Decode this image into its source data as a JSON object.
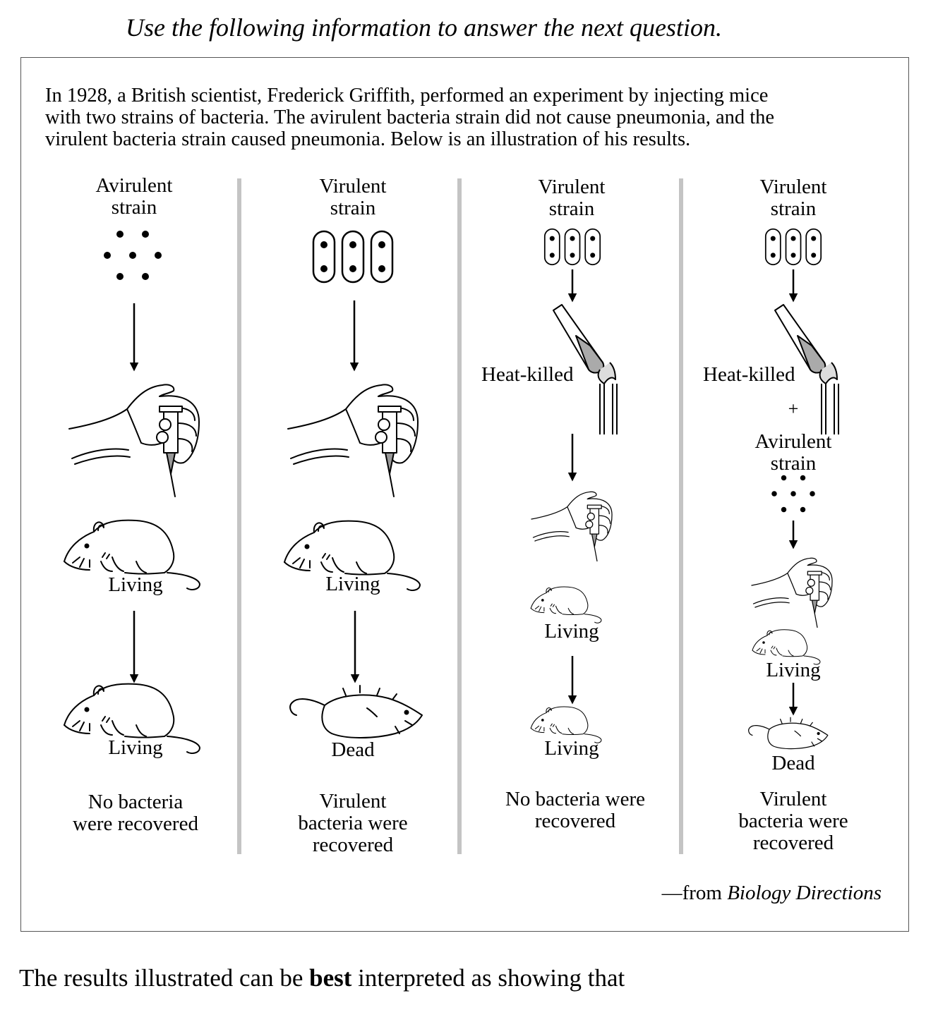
{
  "header": "Use the following information to answer the next question.",
  "intro": {
    "lines": [
      "In 1928, a British scientist, Frederick Griffith, performed an experiment by injecting mice",
      "with two strains of bacteria.  The avirulent bacteria strain did not cause pneumonia, and the",
      "virulent bacteria strain caused pneumonia.  Below is an illustration of his results."
    ]
  },
  "columns": [
    {
      "strain": [
        "Avirulent",
        "strain"
      ],
      "mouse1": "Living",
      "mouse2": "Living",
      "result": [
        "No bacteria",
        "were recovered"
      ]
    },
    {
      "strain": [
        "Virulent",
        "strain"
      ],
      "mouse1": "Living",
      "mouse2": "Dead",
      "result": [
        "Virulent",
        "bacteria were",
        "recovered"
      ]
    },
    {
      "strain": [
        "Virulent",
        "strain"
      ],
      "treatment": "Heat-killed",
      "mouse1": "Living",
      "mouse2": "Living",
      "result": [
        "No bacteria were",
        "recovered"
      ]
    },
    {
      "strain": [
        "Virulent",
        "strain"
      ],
      "treatment": "Heat-killed",
      "plus": "+",
      "added_strain": [
        "Avirulent",
        "strain"
      ],
      "mouse1": "Living",
      "mouse2": "Dead",
      "result": [
        "Virulent",
        "bacteria were",
        "recovered"
      ]
    }
  ],
  "source": {
    "prefix": "—from ",
    "title": "Biology Directions"
  },
  "question": {
    "before": "The results illustrated can be ",
    "bold": "best",
    "after": " interpreted as showing that"
  }
}
